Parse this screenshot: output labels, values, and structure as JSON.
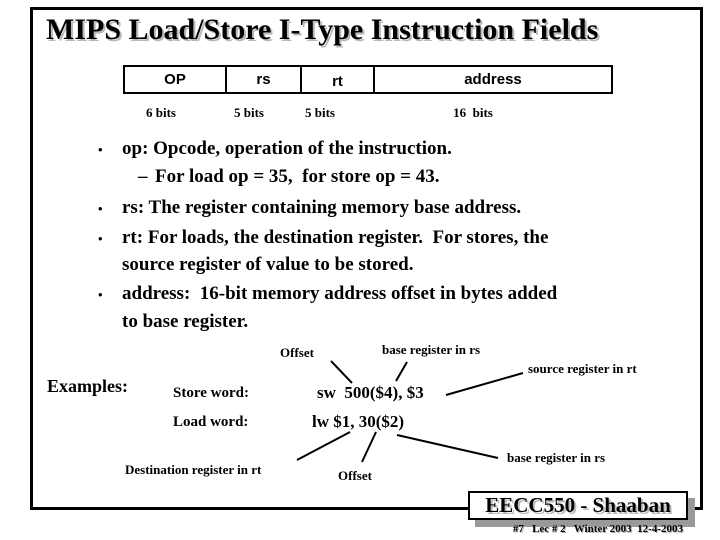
{
  "title": "MIPS Load/Store I-Type Instruction Fields",
  "fields_table": {
    "fields": [
      {
        "label": "OP",
        "bits": "6 bits"
      },
      {
        "label": "rs",
        "bits": "5 bits"
      },
      {
        "label": "rt",
        "bits": "5 bits"
      },
      {
        "label": "address",
        "bits": "16  bits"
      }
    ]
  },
  "bullets": [
    {
      "marker": "•",
      "lines": [
        "op: Opcode, operation of the instruction."
      ]
    },
    {
      "marker": "–",
      "lines": [
        "For load op = 35,  for store op = 43."
      ]
    },
    {
      "marker": "•",
      "lines": [
        "rs: The register containing memory base address."
      ]
    },
    {
      "marker": "•",
      "lines": [
        "rt: For loads, the destination register.  For stores, the",
        "source register of value to be stored."
      ]
    },
    {
      "marker": "•",
      "lines": [
        "address:  16-bit memory address offset in bytes added",
        "to base register."
      ]
    }
  ],
  "examples": {
    "heading": "Examples:",
    "store": {
      "label": "Store word:",
      "code": "sw  500($4), $3"
    },
    "load": {
      "label": "Load word:",
      "code": "lw $1, 30($2)"
    },
    "annotations": {
      "sw_offset": "Offset",
      "sw_base": "base register in rs",
      "sw_source": "source register in rt",
      "lw_dest": "Destination register in rt",
      "lw_offset": "Offset",
      "lw_base": "base register in rs"
    }
  },
  "footer": {
    "course": "EECC550 - Shaaban",
    "lecture_info": "#7   Lec # 2   Winter 2003  12-4-2003"
  },
  "colors": {
    "text": "#000000",
    "title_shadow": "#b8b8b8",
    "box_shadow": "#999999"
  }
}
